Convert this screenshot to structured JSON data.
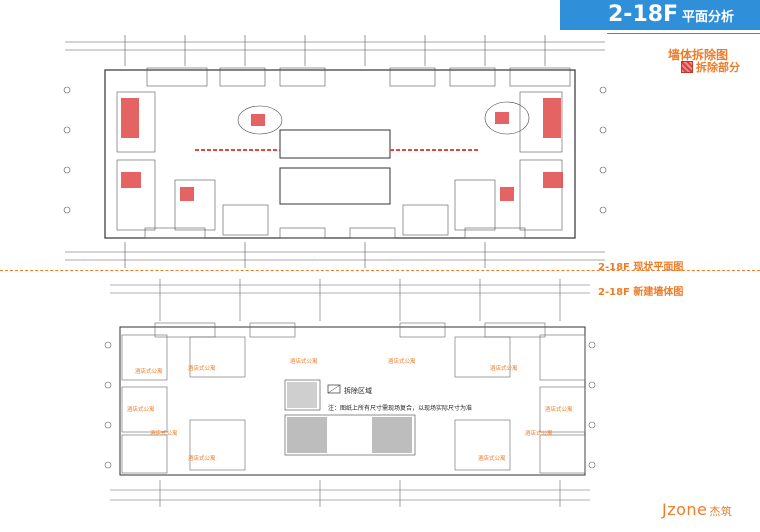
{
  "header": {
    "title": "2-18F",
    "subtitle": "平面分析"
  },
  "legend": {
    "title": "墙体拆除图",
    "swatch_label": "拆除部分",
    "swatch_color": "#e04848"
  },
  "labels": {
    "current_plan": "2-18F  现状平面图",
    "new_plan": "2-18F  新建墙体图"
  },
  "plan_bottom": {
    "note": "注：图纸上所有尺寸需现场复合，以现场实际尺寸为准",
    "demolition_area_label": "拆除区域",
    "room_label": "酒店式公寓"
  },
  "brand": {
    "name": "Jzone",
    "name_cn": "杰筑"
  },
  "colors": {
    "accent": "#2f8fd8",
    "orange": "#ee7d2a",
    "demolish": "#e04848"
  }
}
